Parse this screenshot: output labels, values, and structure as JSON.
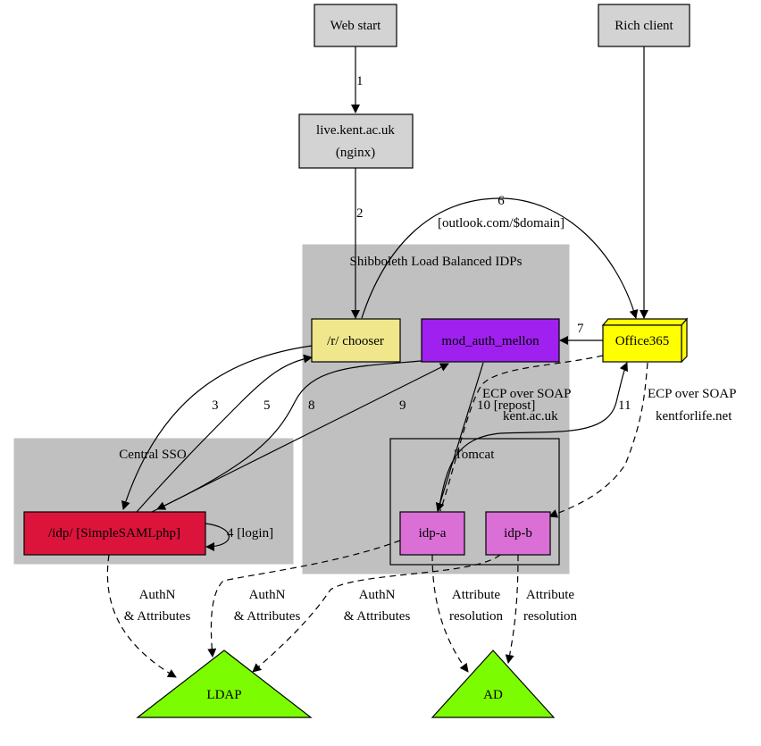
{
  "diagram": {
    "clusters": {
      "shibboleth": {
        "label": "Shibboleth Load Balanced IDPs",
        "color": "#c0c0c0"
      },
      "central_sso": {
        "label": "Central SSO",
        "color": "#c0c0c0"
      },
      "tomcat": {
        "label": "Tomcat"
      }
    },
    "nodes": {
      "web_start": {
        "label": "Web start",
        "color": "#d3d3d3"
      },
      "rich_client": {
        "label": "Rich client",
        "color": "#d3d3d3"
      },
      "live": {
        "label_line1": "live.kent.ac.uk",
        "label_line2": "(nginx)",
        "color": "#d3d3d3"
      },
      "chooser": {
        "label": "/r/ chooser",
        "color": "#f0e68c"
      },
      "mellon": {
        "label": "mod_auth_mellon",
        "color": "#a020f0"
      },
      "office365": {
        "label": "Office365",
        "color": "#ffff00"
      },
      "simplesaml": {
        "label": "/idp/ [SimpleSAMLphp]",
        "color": "#dc143c"
      },
      "idp_a": {
        "label": "idp-a",
        "color": "#da70d6"
      },
      "idp_b": {
        "label": "idp-b",
        "color": "#da70d6"
      },
      "ldap": {
        "label": "LDAP",
        "color": "#7cfc00"
      },
      "ad": {
        "label": "AD",
        "color": "#7cfc00"
      }
    },
    "edges": {
      "e1": {
        "label": "1"
      },
      "e2": {
        "label": "2"
      },
      "e3": {
        "label": "3"
      },
      "e4": {
        "label": "4 [login]"
      },
      "e5": {
        "label": "5"
      },
      "e6": {
        "label_line1": "6",
        "label_line2": "[outlook.com/$domain]"
      },
      "e7": {
        "label": "7"
      },
      "e8": {
        "label": "8"
      },
      "e9": {
        "label": "9"
      },
      "e10": {
        "label": "10 [repost]"
      },
      "e11": {
        "label": "11"
      },
      "ecp_kent": {
        "label_line1": "ECP over SOAP",
        "label_line2": "kent.ac.uk"
      },
      "ecp_kentforlife": {
        "label_line1": "ECP over SOAP",
        "label_line2": "kentforlife.net"
      },
      "sso_ldap": {
        "label_line1": "AuthN",
        "label_line2": "& Attributes"
      },
      "idpa_ldap": {
        "label_line1": "AuthN",
        "label_line2": "& Attributes"
      },
      "idpb_ldap": {
        "label_line1": "AuthN",
        "label_line2": "& Attributes"
      },
      "idpa_ad": {
        "label_line1": "Attribute",
        "label_line2": "resolution"
      },
      "idpb_ad": {
        "label_line1": "Attribute",
        "label_line2": "resolution"
      }
    }
  }
}
